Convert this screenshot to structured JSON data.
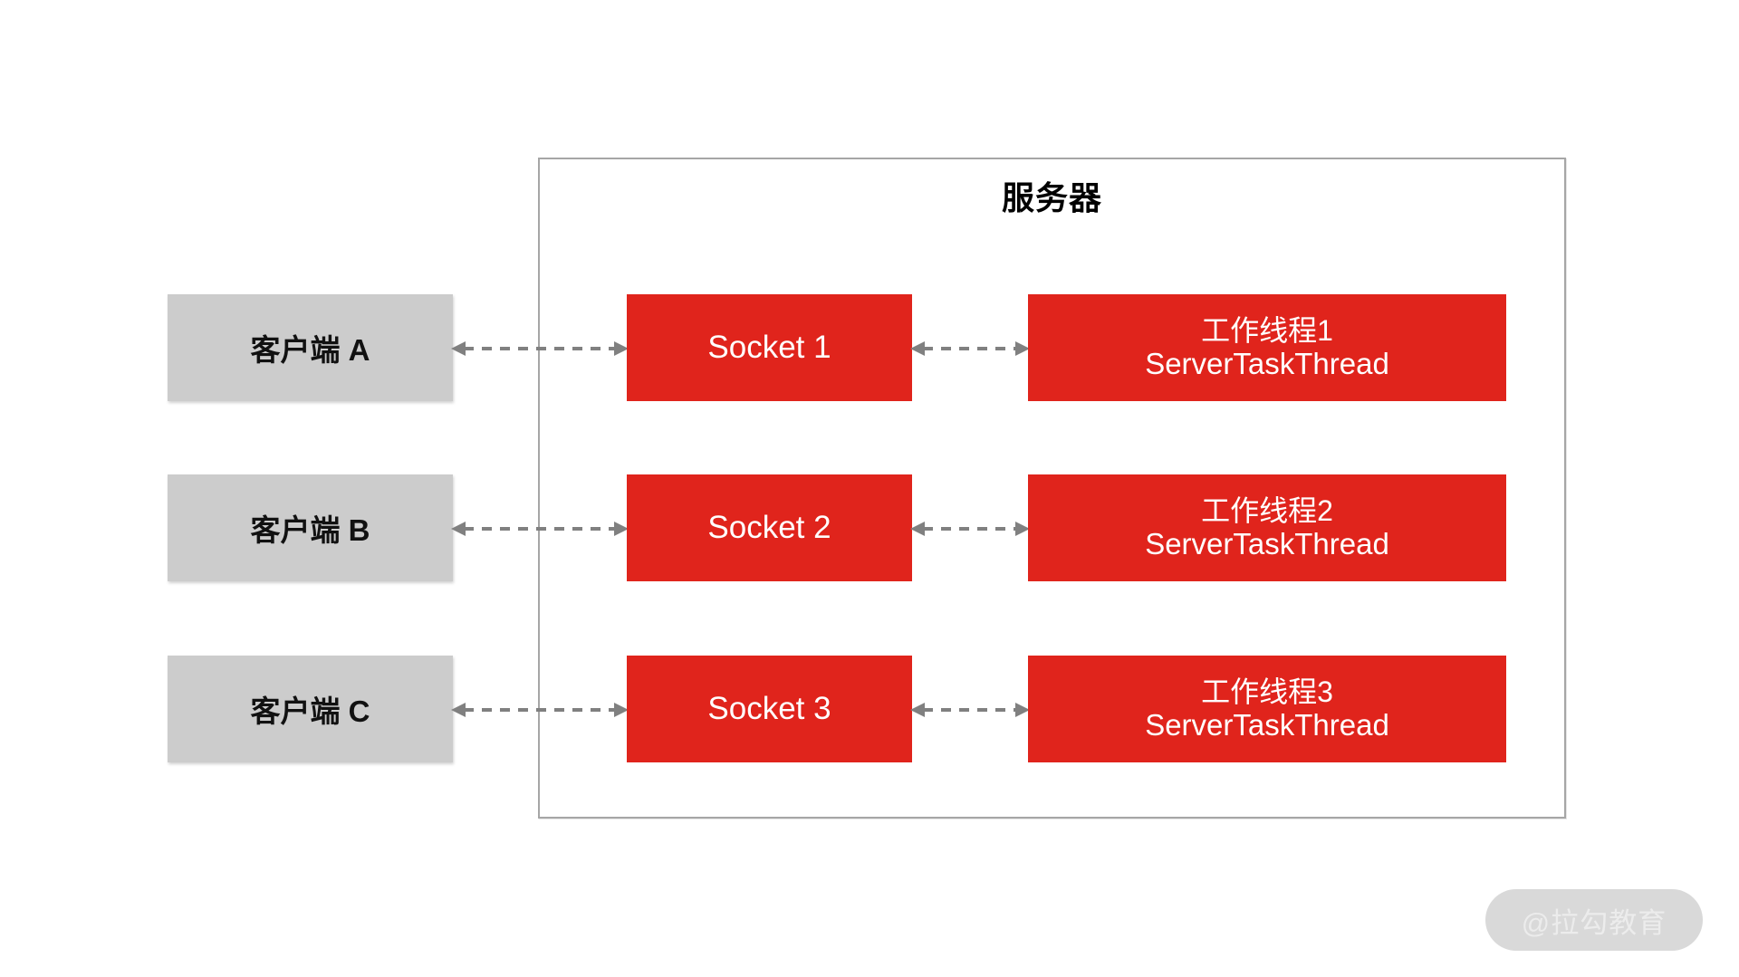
{
  "diagram": {
    "title": "服务器",
    "server_border_color": "#a6a6a6",
    "accent_color": "#e0241c",
    "client_color": "#cccccc",
    "arrow_color": "#808080",
    "rows": [
      {
        "client": "客户端 A",
        "socket": "Socket 1",
        "worker_line1": "工作线程1",
        "worker_line2": "ServerTaskThread"
      },
      {
        "client": "客户端 B",
        "socket": "Socket 2",
        "worker_line1": "工作线程2",
        "worker_line2": "ServerTaskThread"
      },
      {
        "client": "客户端 C",
        "socket": "Socket 3",
        "worker_line1": "工作线程3",
        "worker_line2": "ServerTaskThread"
      }
    ]
  },
  "watermark": {
    "text": "@拉勾教育"
  },
  "chart_data": {
    "type": "diagram",
    "title": "服务器",
    "nodes": [
      {
        "id": "client-a",
        "label": "客户端 A",
        "group": "client"
      },
      {
        "id": "client-b",
        "label": "客户端 B",
        "group": "client"
      },
      {
        "id": "client-c",
        "label": "客户端 C",
        "group": "client"
      },
      {
        "id": "socket-1",
        "label": "Socket 1",
        "group": "server"
      },
      {
        "id": "socket-2",
        "label": "Socket 2",
        "group": "server"
      },
      {
        "id": "socket-3",
        "label": "Socket 3",
        "group": "server"
      },
      {
        "id": "worker-1",
        "label": "工作线程1 ServerTaskThread",
        "group": "server"
      },
      {
        "id": "worker-2",
        "label": "工作线程2 ServerTaskThread",
        "group": "server"
      },
      {
        "id": "worker-3",
        "label": "工作线程3 ServerTaskThread",
        "group": "server"
      }
    ],
    "edges": [
      {
        "from": "client-a",
        "to": "socket-1",
        "style": "dashed",
        "arrows": "both"
      },
      {
        "from": "socket-1",
        "to": "worker-1",
        "style": "dashed",
        "arrows": "both"
      },
      {
        "from": "client-b",
        "to": "socket-2",
        "style": "dashed",
        "arrows": "both"
      },
      {
        "from": "socket-2",
        "to": "worker-2",
        "style": "dashed",
        "arrows": "both"
      },
      {
        "from": "client-c",
        "to": "socket-3",
        "style": "dashed",
        "arrows": "both"
      },
      {
        "from": "socket-3",
        "to": "worker-3",
        "style": "dashed",
        "arrows": "both"
      }
    ]
  }
}
